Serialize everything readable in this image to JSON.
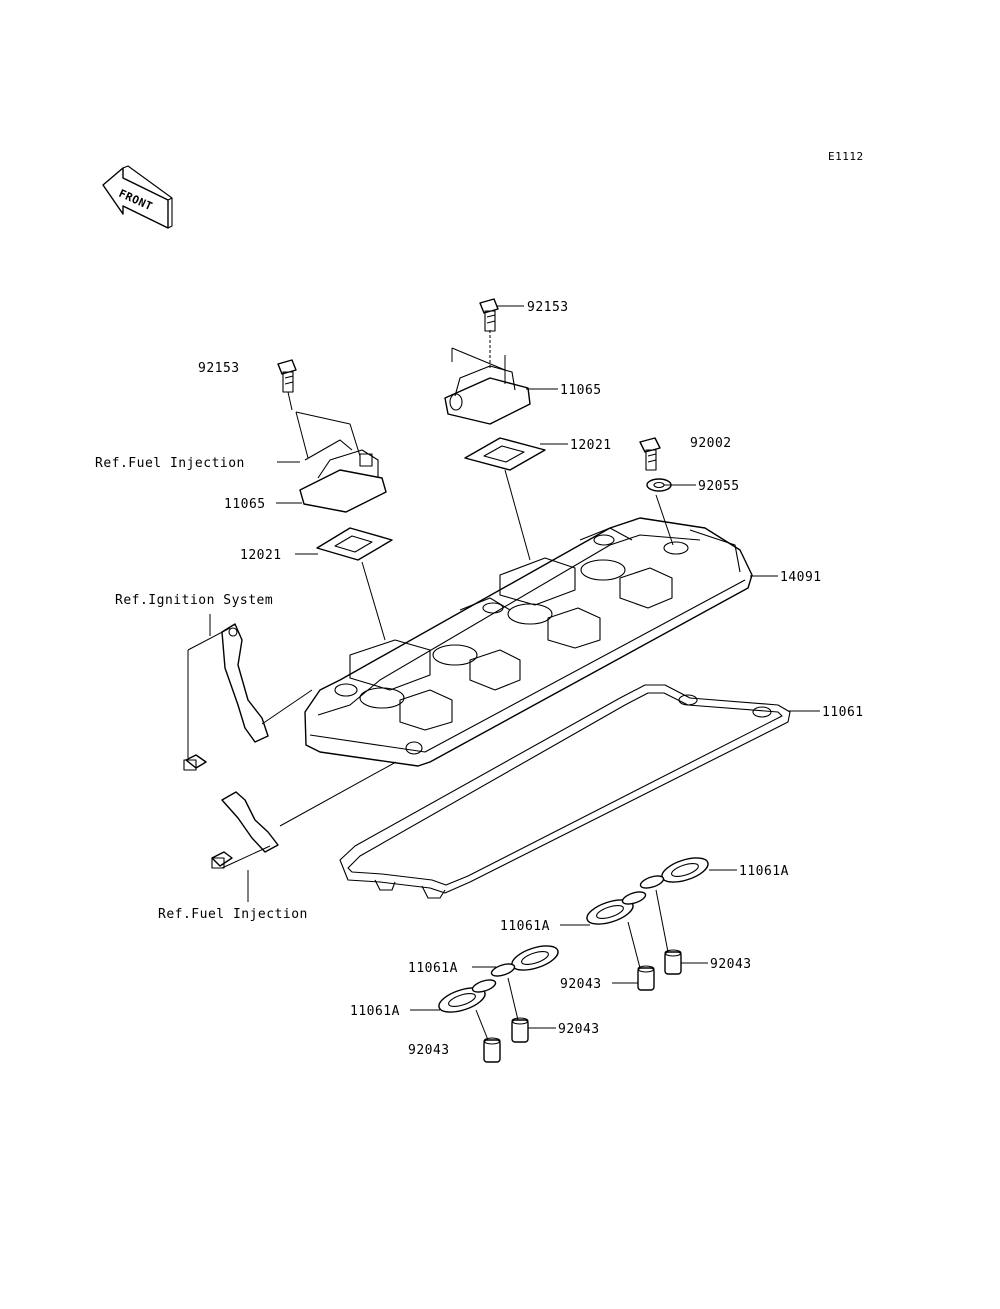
{
  "diagram_code": "E1112",
  "front_label": "FRONT",
  "labels": {
    "bolt_top": "92153",
    "bolt_left": "92153",
    "cover_top": "11065",
    "cover_left": "11065",
    "gasket_top": "12021",
    "gasket_left": "12021",
    "bolt_right": "92002",
    "washer_right": "92055",
    "head_cover": "14091",
    "head_gasket": "11061",
    "ref_fuel_top": "Ref.Fuel Injection",
    "ref_ignition": "Ref.Ignition System",
    "ref_fuel_bottom": "Ref.Fuel Injection",
    "gasket_a_1": "11061A",
    "gasket_a_2": "11061A",
    "gasket_a_3": "11061A",
    "gasket_a_4": "11061A",
    "dowel_1": "92043",
    "dowel_2": "92043",
    "dowel_3": "92043",
    "dowel_4": "92043"
  }
}
